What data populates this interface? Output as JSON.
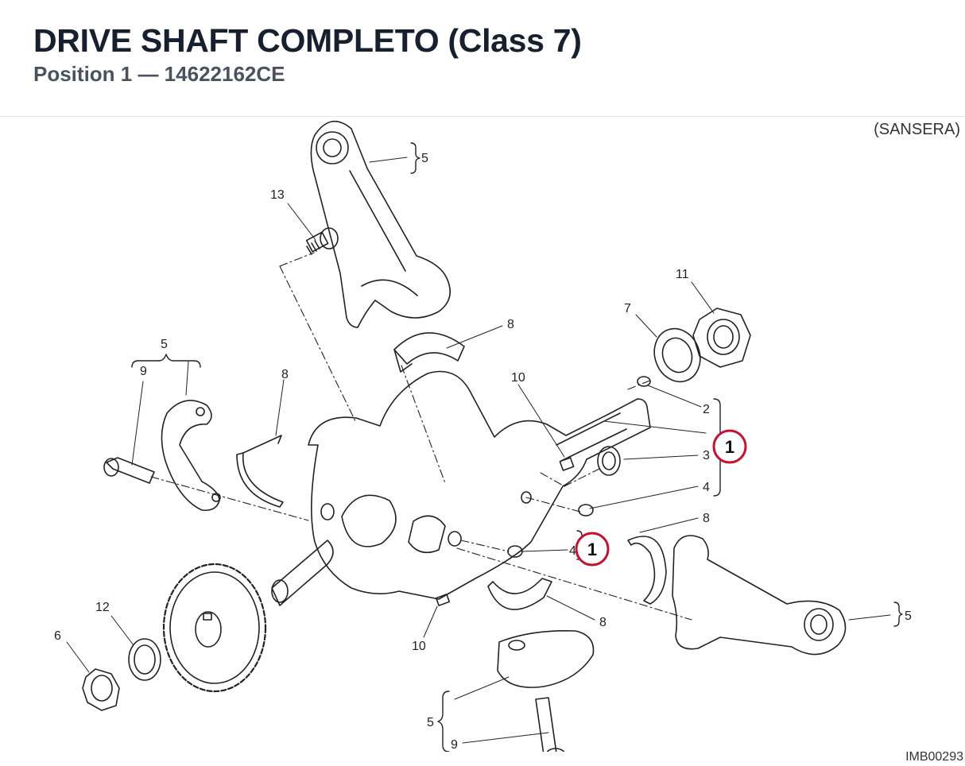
{
  "header": {
    "title": "DRIVE SHAFT COMPLETO (Class 7)",
    "subtitle": "Position 1 — 14622162CE"
  },
  "diagram": {
    "maker_note": "(SANSERA)",
    "image_code": "IMB00293",
    "labels": [
      "5",
      "13",
      "11",
      "7",
      "8",
      "5",
      "9",
      "8",
      "10",
      "2",
      "3",
      "4",
      "4",
      "8",
      "12",
      "6",
      "10",
      "8",
      "5",
      "5",
      "9"
    ],
    "callouts": [
      "1",
      "1"
    ],
    "colors": {
      "callout_ring": "#c8102e",
      "line": "#222222"
    }
  }
}
